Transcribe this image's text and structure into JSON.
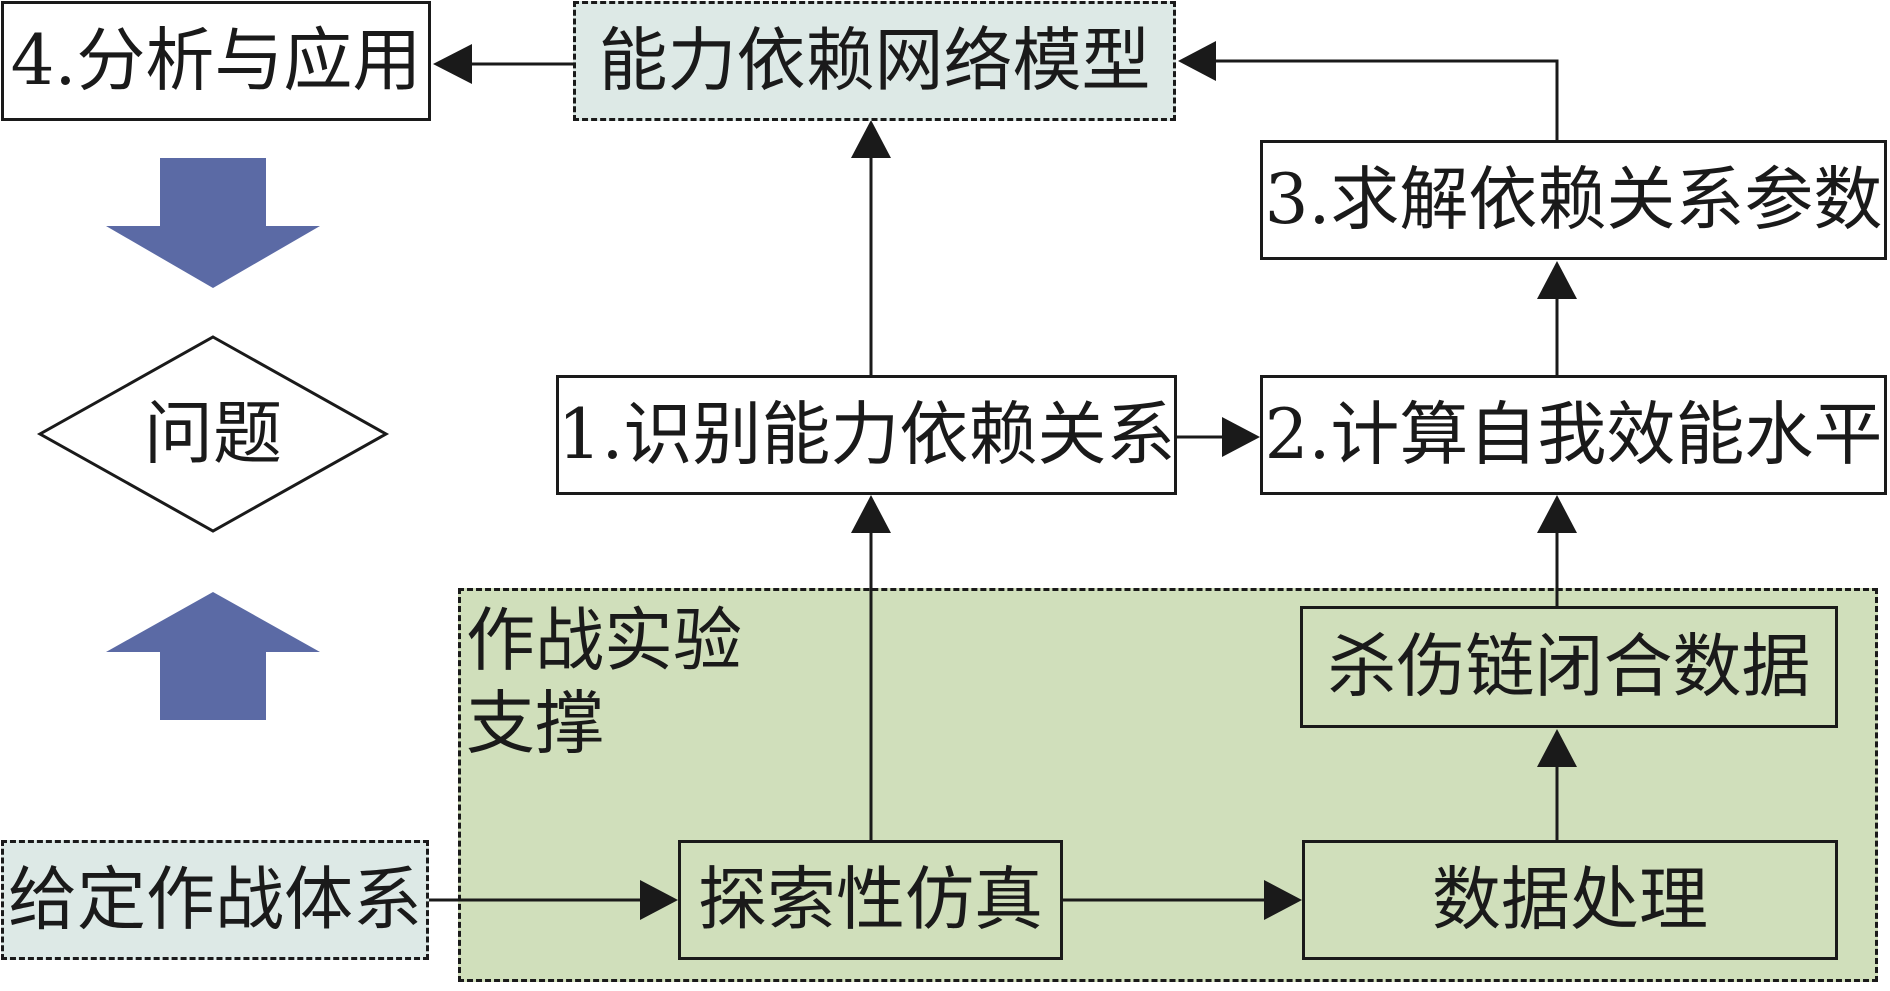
{
  "diagram": {
    "nodes": {
      "analysis_application": "4.分析与应用",
      "capability_network_model": "能力依赖网络模型",
      "solve_dependency_params": "3.求解依赖关系参数",
      "identify_dependency": "1.识别能力依赖关系",
      "compute_self_efficacy": "2.计算自我效能水平",
      "problem": "问题",
      "kill_chain_data": "杀伤链闭合数据",
      "given_system": "给定作战体系",
      "exploratory_simulation": "探索性仿真",
      "data_processing": "数据处理"
    },
    "region_label_lines": [
      "作战实验",
      "支撑"
    ],
    "colors": {
      "line": "#1a1a1a",
      "model_fill": "#dde9e6",
      "support_fill": "#d0dfbb",
      "block_arrow": "#5b6aa5"
    }
  }
}
